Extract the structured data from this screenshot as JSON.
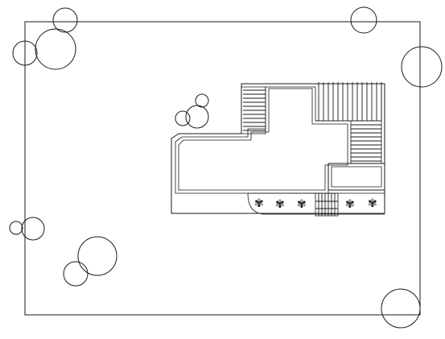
{
  "drawing": {
    "kind": "site plan line drawing",
    "line_color": "#1a1a1a",
    "background_color": "#ffffff",
    "tree_count": 13,
    "shrub_count": 5,
    "stair_count": 4,
    "shrub_glyph": "✾"
  }
}
